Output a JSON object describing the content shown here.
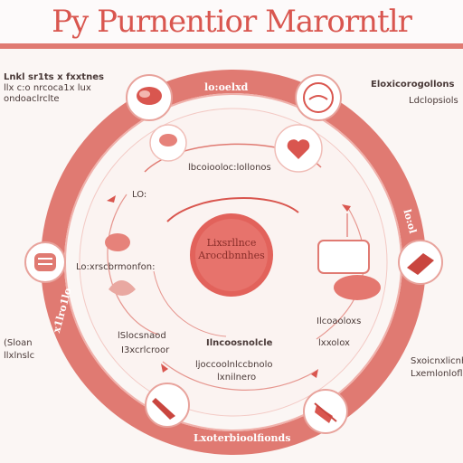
{
  "title": "Py Purnentior Marorntlr",
  "center_label": [
    "Lixsrllnce",
    "Arocdbnnhes"
  ],
  "ring_top": "lo:oelxd",
  "ring_bottom": "Lxoterbioolfionds",
  "left_side_bold": "x1lro1lo",
  "right_side_bold": "lo:ol",
  "labels": {
    "top_left": [
      "Lnkl sr1ts x fxxtnes",
      "llx c:o nrcoca1x lux",
      "ondoaclrclte"
    ],
    "top_right": [
      "Eloxicorogollons",
      "Ldclopsiols"
    ],
    "left_mid": "Lo:xrscbrmonfon:",
    "left_lower": [
      "(Sloan",
      "llxlnslc"
    ],
    "right_lower": [
      "Sxoicnxlicnhs",
      "Lxemlonloflons"
    ],
    "inner_top": "lbcoiooloc:lollonos",
    "inner_left_small": "LO:",
    "inner_left_lower": [
      "lSlocsnaod",
      "I3xcrlcroor"
    ],
    "inner_right_lower": [
      "Ilcoaoloxs",
      "lxxolox"
    ],
    "inner_bottom": [
      "Ilncoosnolcle",
      "ljoccoolnlccbnolo",
      "lxnilnero"
    ]
  },
  "colors": {
    "accent": "#d9564f",
    "ring": "#e07a72",
    "light": "#f6d3cf",
    "center": "#e2625b"
  },
  "icons": [
    "stomach-icon",
    "vessel-icon",
    "heart-icon",
    "liver-icon",
    "intestine-icon",
    "muscle-icon",
    "injection-icon",
    "organ-icon"
  ]
}
